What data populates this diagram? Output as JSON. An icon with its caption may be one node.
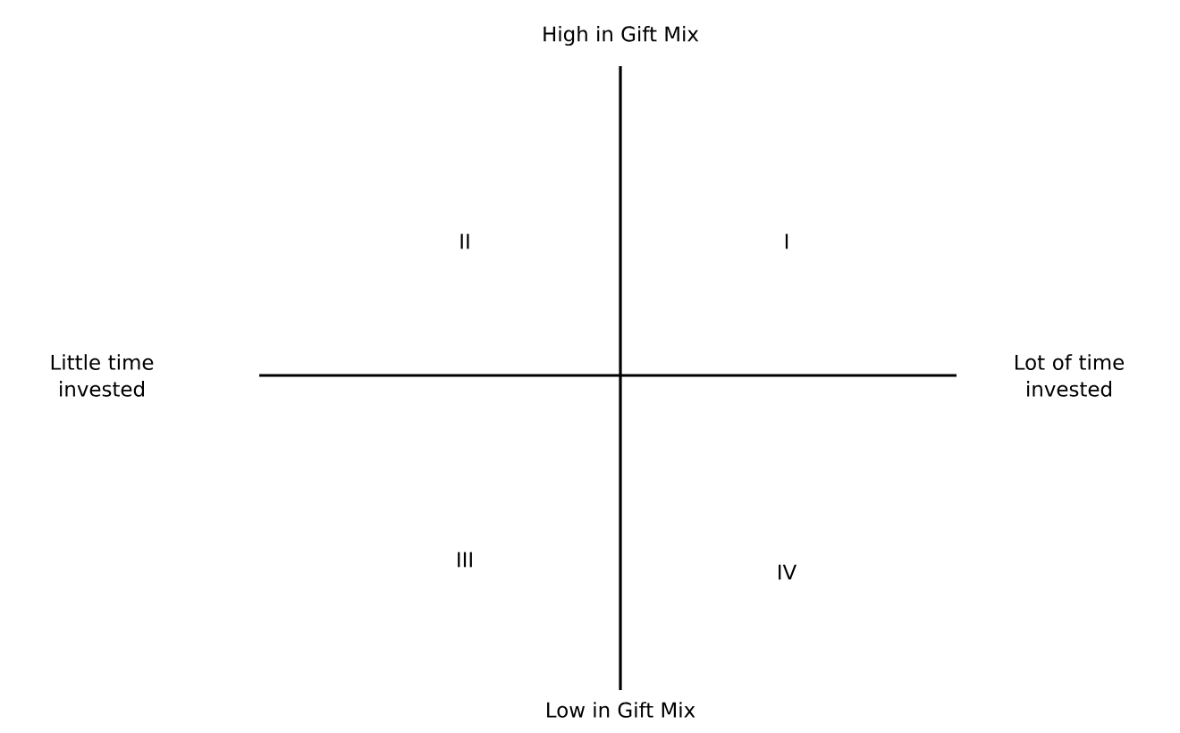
{
  "diagram": {
    "labels": [
      "High in Gift Mix",
      "II",
      "I",
      "Little time invested",
      "Lot of time invested",
      "III",
      "IV",
      "Low in Gift Mix"
    ]
  }
}
